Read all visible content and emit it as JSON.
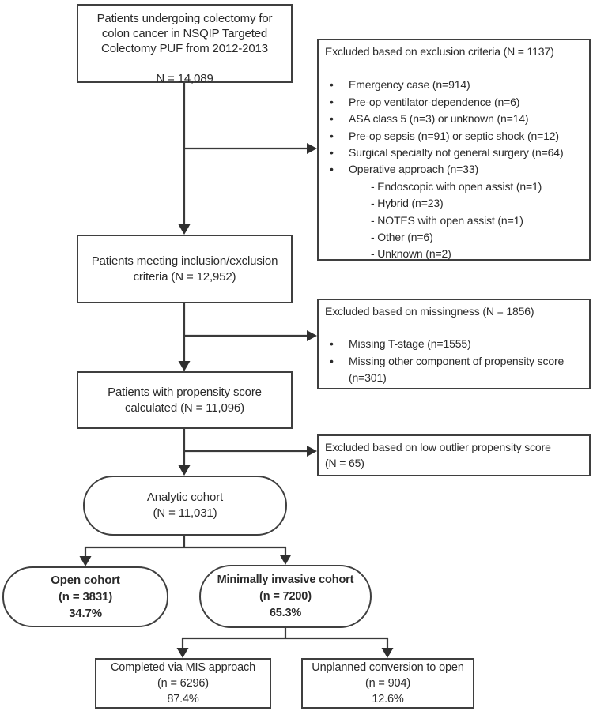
{
  "glyphs": {
    "bullet": "•"
  },
  "colors": {
    "line": "#3a3a3a",
    "border": "#3f3f3f",
    "text": "#2a2a2a",
    "background": "#ffffff"
  },
  "flow": {
    "top": {
      "line1": "Patients undergoing colectomy for",
      "line2": "colon cancer in NSQIP Targeted",
      "line3": "Colectomy PUF from 2012-2013",
      "n": "N = 14,089"
    },
    "excl1": {
      "title": "Excluded based on exclusion criteria (N = 1137)",
      "items": [
        "Emergency case (n=914)",
        "Pre-op ventilator-dependence (n=6)",
        "ASA class 5 (n=3) or unknown (n=14)",
        "Pre-op sepsis (n=91) or septic shock (n=12)",
        "Surgical specialty not general surgery (n=64)",
        "Operative approach (n=33)"
      ],
      "sub_items": [
        "- Endoscopic with open assist (n=1)",
        "- Hybrid (n=23)",
        "- NOTES with open assist (n=1)",
        "- Other (n=6)",
        "- Unknown (n=2)"
      ]
    },
    "inclusion": {
      "line1": "Patients meeting inclusion/exclusion",
      "line2": "criteria (N = 12,952)"
    },
    "excl2": {
      "title": "Excluded based on missingness (N = 1856)",
      "items": [
        "Missing T-stage (n=1555)",
        "Missing other component of propensity score (n=301)"
      ]
    },
    "propensity": {
      "line1": "Patients with propensity score",
      "line2": "calculated (N = 11,096)"
    },
    "excl3": {
      "line1": "Excluded based on low outlier propensity score",
      "line2": "(N = 65)"
    },
    "analytic": {
      "line1": "Analytic cohort",
      "line2": "(N = 11,031)"
    },
    "open_cohort": {
      "line1": "Open cohort",
      "line2": "(n = 3831)",
      "line3": "34.7%"
    },
    "mis_cohort": {
      "line1": "Minimally invasive cohort",
      "line2": "(n = 7200)",
      "line3": "65.3%"
    },
    "completed": {
      "line1": "Completed via MIS approach",
      "line2": "(n = 6296)",
      "line3": "87.4%"
    },
    "converted": {
      "line1": "Unplanned conversion to open",
      "line2": "(n = 904)",
      "line3": "12.6%"
    }
  }
}
